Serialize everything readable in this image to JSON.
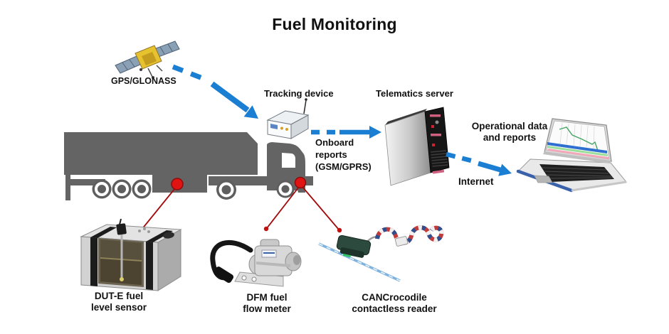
{
  "title": "Fuel Monitoring",
  "colors": {
    "arrow_blue": "#1a7ed2",
    "truck_gray": "#646464",
    "connector_line_red": "#a30b0b",
    "marker_red": "#e11414",
    "text": "#111111"
  },
  "nodes": {
    "satellite": {
      "label": "GPS/GLONASS"
    },
    "tracking_device": {
      "label": "Tracking device"
    },
    "telematics_server": {
      "label": "Telematics server"
    },
    "onboard_reports": {
      "lines": [
        "Onboard",
        "reports",
        "(GSM/GPRS)"
      ]
    },
    "operational_data": {
      "lines": [
        "Operational data",
        "and reports"
      ]
    },
    "internet": {
      "label": "Internet"
    },
    "fuel_level_sensor": {
      "lines": [
        "DUT-E fuel",
        "level sensor"
      ]
    },
    "fuel_flow_meter": {
      "lines": [
        "DFM fuel",
        "flow meter"
      ]
    },
    "contactless_reader": {
      "lines": [
        "CANCrocodile",
        "contactless reader"
      ]
    }
  }
}
